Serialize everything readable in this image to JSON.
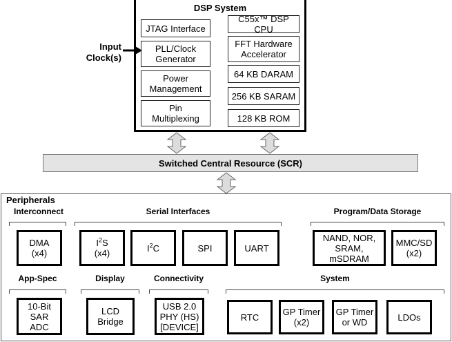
{
  "dsp": {
    "title": "DSP System",
    "left_blocks": [
      "JTAG Interface",
      "PLL/Clock\nGenerator",
      "Power\nManagement",
      "Pin\nMultiplexing"
    ],
    "right_blocks": [
      "C55x™ DSP CPU",
      "FFT Hardware\nAccelerator",
      "64 KB DARAM",
      "256 KB SARAM",
      "128 KB ROM"
    ]
  },
  "input_clock": "Input\nClock(s)",
  "scr": {
    "label": "Switched Central Resource (SCR)"
  },
  "peripherals": {
    "title": "Peripherals",
    "groups": {
      "interconnect": {
        "title": "Interconnect",
        "items": [
          "DMA\n(x4)"
        ]
      },
      "serial": {
        "title": "Serial Interfaces",
        "items": [
          "S\n(x4)",
          "C",
          "SPI",
          "UART"
        ],
        "i2": "I",
        "sup2": "2"
      },
      "storage": {
        "title": "Program/Data Storage",
        "items": [
          "NAND, NOR,\nSRAM, mSDRAM",
          "MMC/SD\n(x2)"
        ]
      },
      "appspec": {
        "title": "App-Spec",
        "items": [
          "10-Bit\nSAR\nADC"
        ]
      },
      "display": {
        "title": "Display",
        "items": [
          "LCD\nBridge"
        ]
      },
      "connectivity": {
        "title": "Connectivity",
        "items": [
          "USB 2.0\nPHY (HS)\n[DEVICE]"
        ]
      },
      "system": {
        "title": "System",
        "items": [
          "RTC",
          "GP Timer\n(x2)",
          "GP Timer\nor WD",
          "LDOs"
        ]
      }
    }
  },
  "colors": {
    "scr_fill": "#e4e4e4",
    "arrow_fill": "#dcdcdc"
  }
}
